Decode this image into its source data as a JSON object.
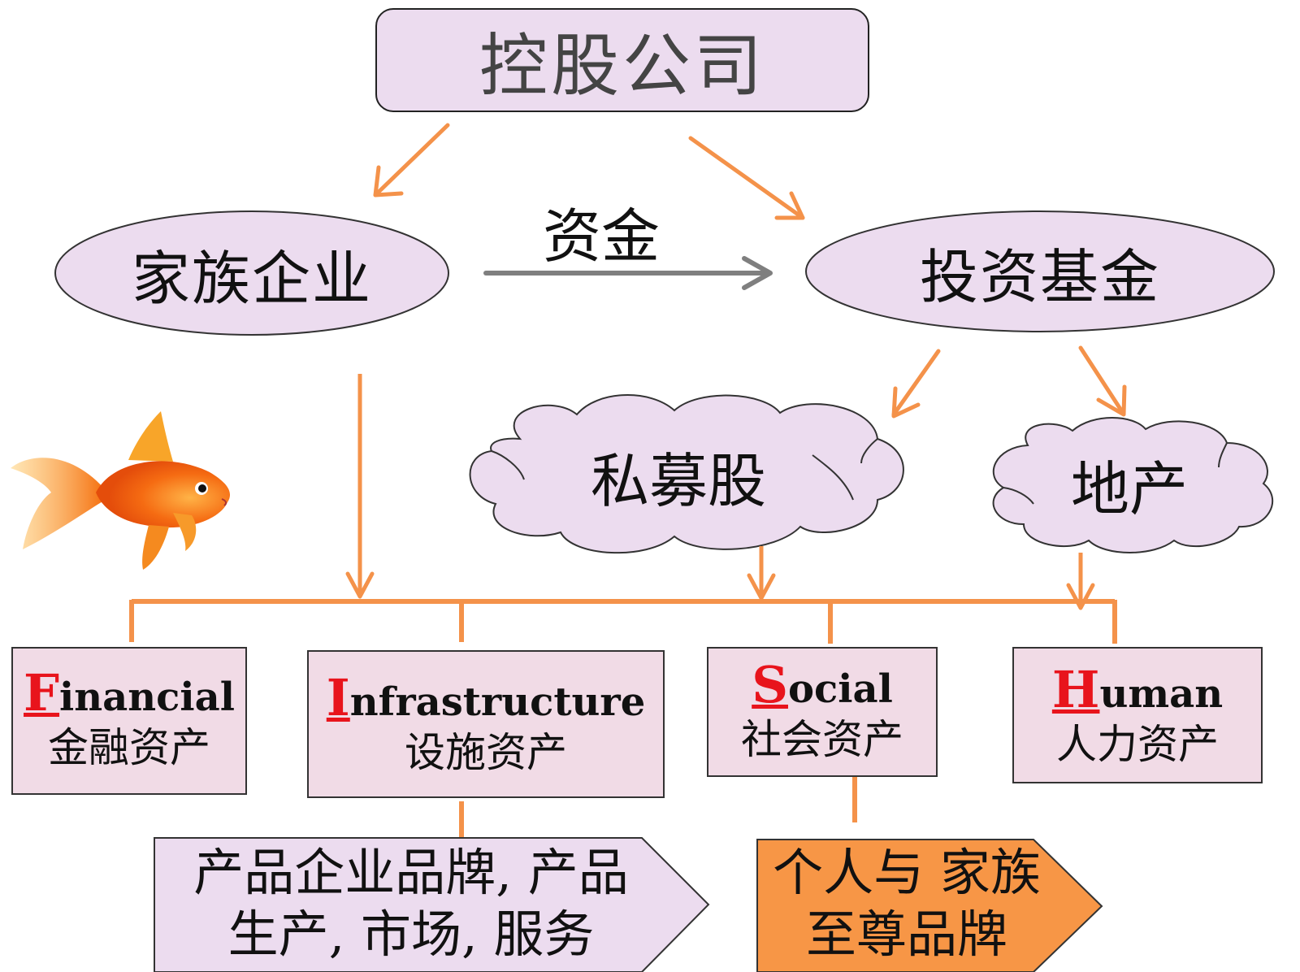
{
  "holding_company": "控股公司",
  "family_business": "家族企业",
  "funds_label": "资金",
  "investment_fund": "投资基金",
  "private_equity": "私募股",
  "real_estate": "地产",
  "assets": [
    {
      "initial": "F",
      "rest": "inancial",
      "zh": "金融资产"
    },
    {
      "initial": "I",
      "rest": "nfrastructure",
      "zh": "设施资产"
    },
    {
      "initial": "S",
      "rest": "ocial",
      "zh": "社会资产"
    },
    {
      "initial": "H",
      "rest": "uman",
      "zh": "人力资产"
    }
  ],
  "banner_products": {
    "line1": "产品企业品牌, 产品",
    "line2": "生产, 市场, 服务"
  },
  "banner_family": {
    "line1": "个人与 家族",
    "line2": "至尊品牌"
  },
  "colors": {
    "arrow_orange": "#f4924a",
    "arrow_gray": "#7f7f7f",
    "shape_fill": "#ecdcef",
    "asset_fill": "#f1dbe6",
    "highlight_banner": "#f79646",
    "initial_red": "#e8141c"
  },
  "icons": {
    "fish": "goldfish-icon"
  }
}
